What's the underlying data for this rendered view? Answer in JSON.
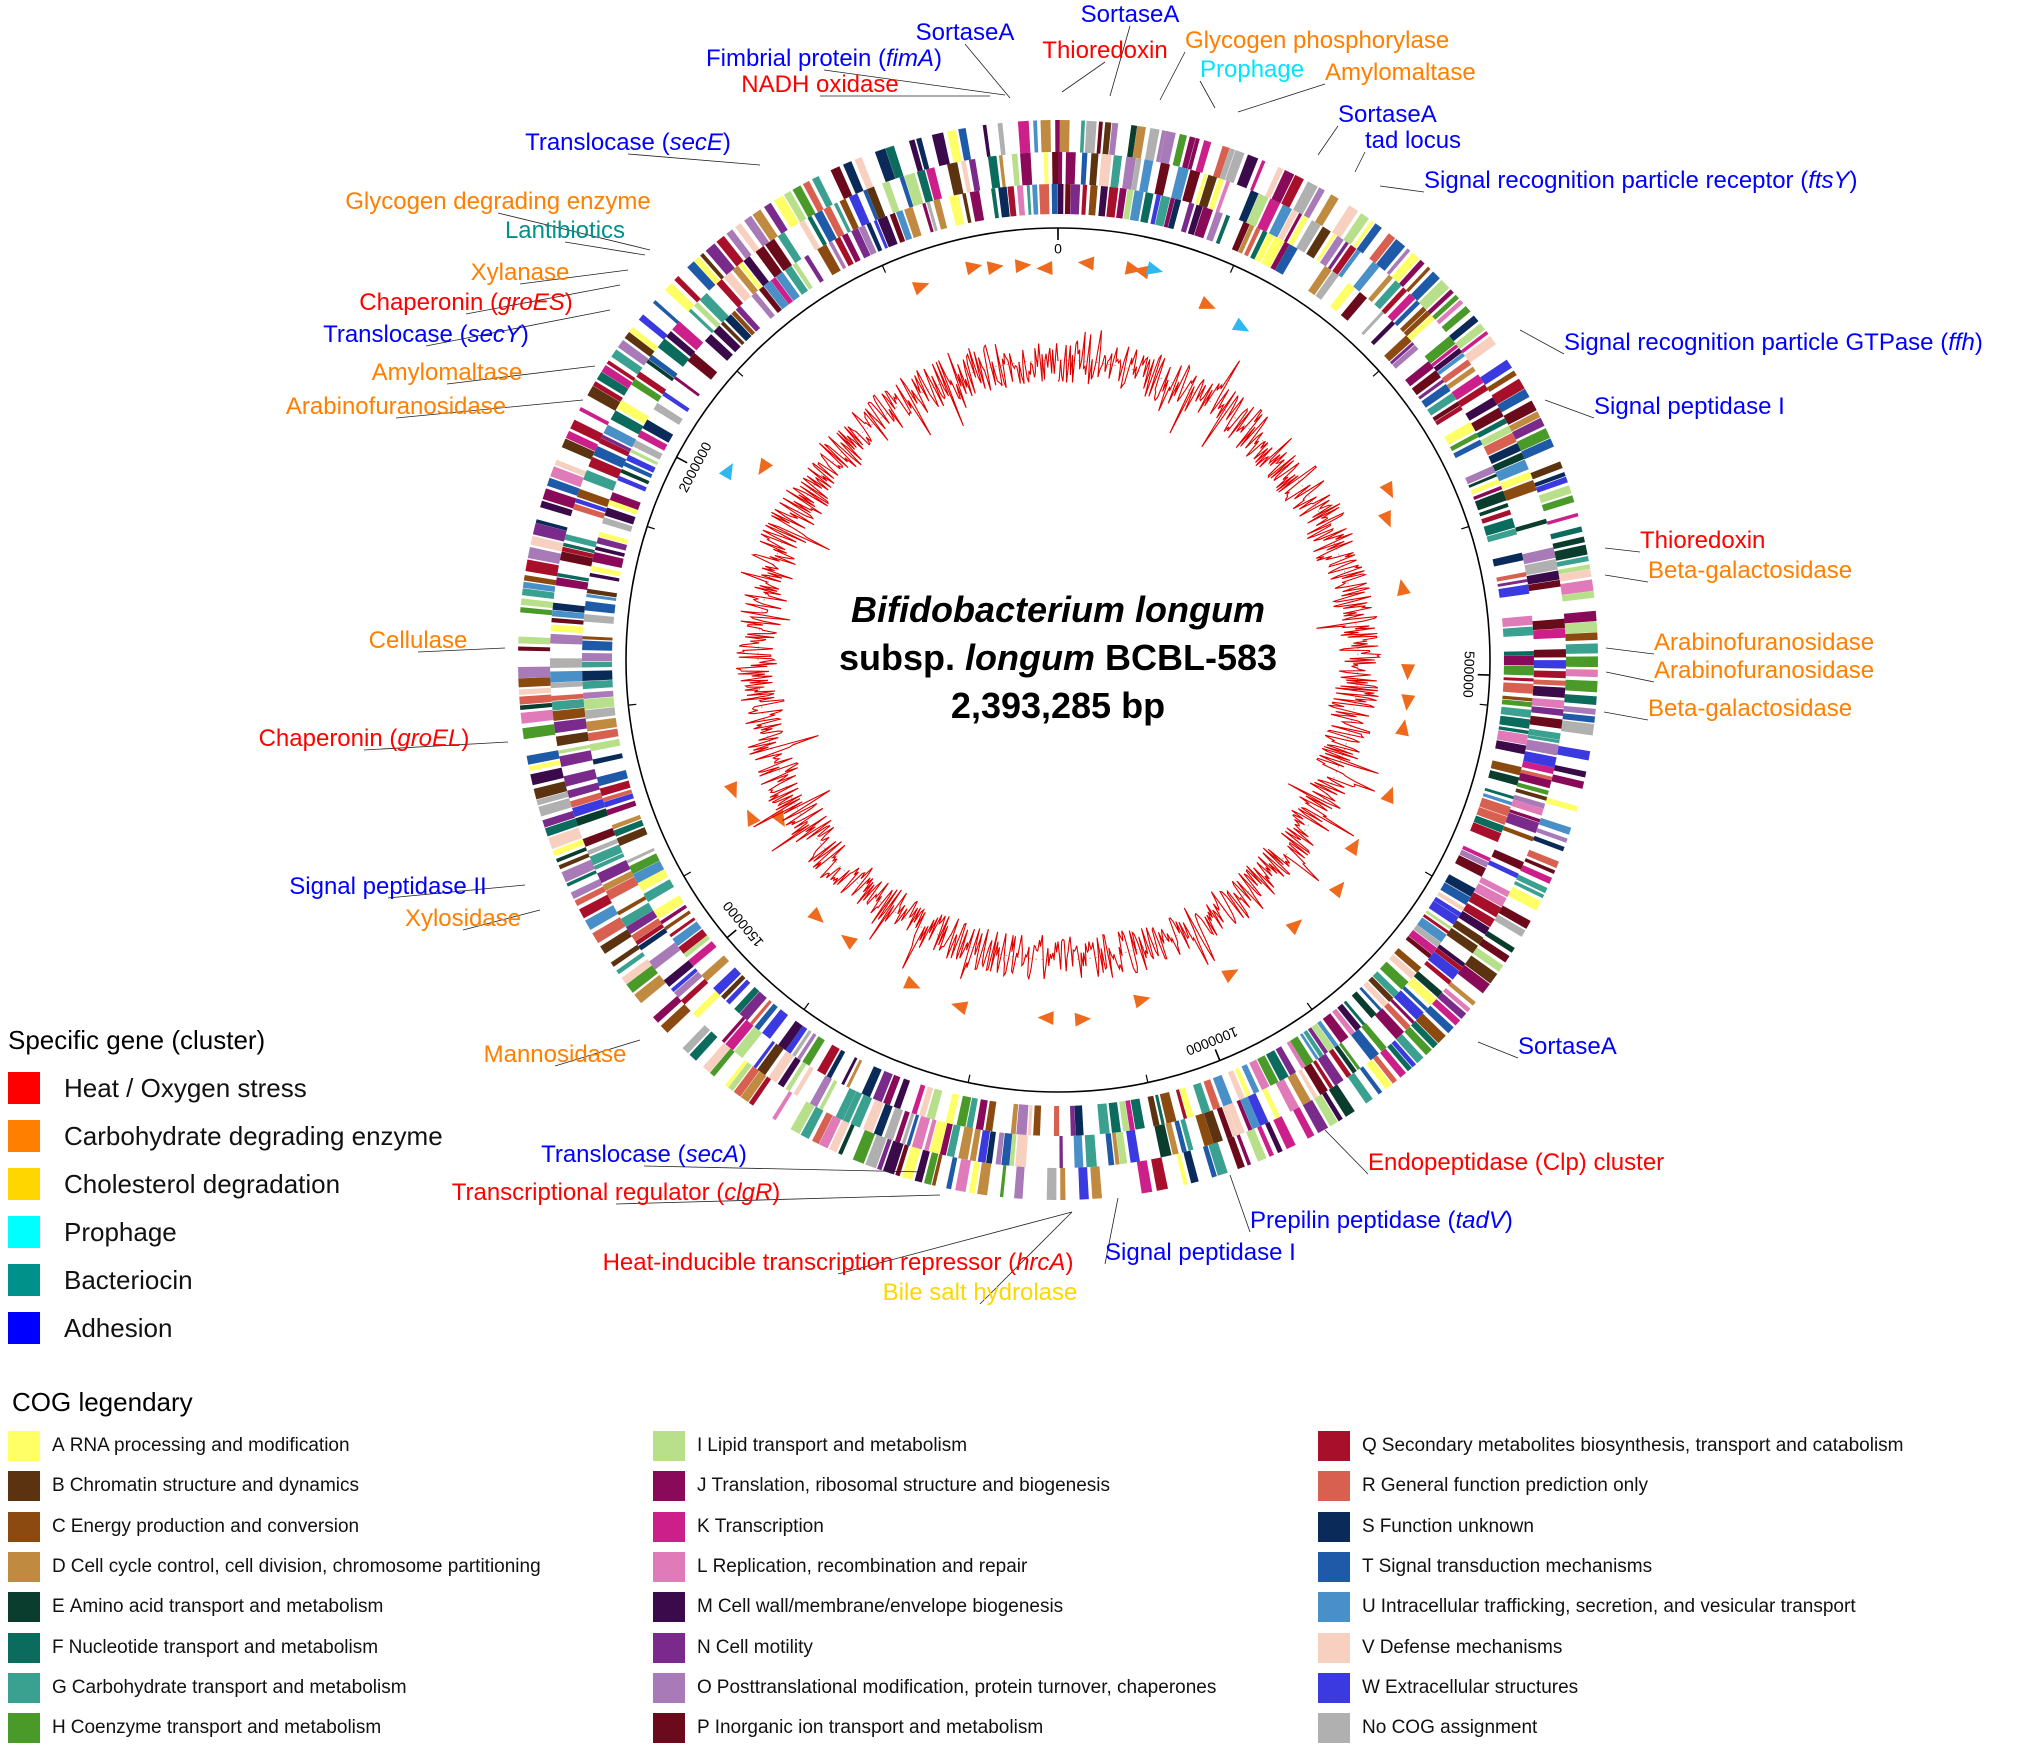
{
  "genome": {
    "name_line1": "Bifidobacterium longum",
    "name_line2_prefix": "subsp. ",
    "name_line2_italic": "longum",
    "name_line2_suffix": " BCBL-583",
    "size": "2,393,285 bp"
  },
  "ticks": [
    {
      "text": "0",
      "angle": 0
    },
    {
      "text": "500000",
      "angle": 92
    },
    {
      "text": "1000000",
      "angle": 158
    },
    {
      "text": "1500000",
      "angle": 230
    },
    {
      "text": "2000000",
      "angle": 298
    }
  ],
  "colors": {
    "heat": "#ff0000",
    "carb": "#ff7f00",
    "chol": "#ffd700",
    "prophage": "#00e5ff",
    "bacteriocin": "#00918b",
    "adhesion": "#0000ff",
    "carb_arrow": "#ee6a1c",
    "prophage_arrow": "#2fb8f0",
    "gc_line": "#dd0000"
  },
  "gene_labels": [
    {
      "parts": [
        "SortaseA"
      ],
      "cat": "adhesion"
    },
    {
      "parts": [
        "SortaseA"
      ],
      "cat": "adhesion"
    },
    {
      "parts": [
        "Fimbrial protein (",
        "fimA",
        ")"
      ],
      "cat": "adhesion"
    },
    {
      "parts": [
        "NADH oxidase"
      ],
      "cat": "heat"
    },
    {
      "parts": [
        "Thioredoxin"
      ],
      "cat": "heat"
    },
    {
      "parts": [
        "Glycogen phosphorylase"
      ],
      "cat": "carb"
    },
    {
      "parts": [
        "Prophage"
      ],
      "cat": "prophage"
    },
    {
      "parts": [
        "Amylomaltase"
      ],
      "cat": "carb"
    },
    {
      "parts": [
        "SortaseA"
      ],
      "cat": "adhesion"
    },
    {
      "parts": [
        "tad locus"
      ],
      "cat": "adhesion"
    },
    {
      "parts": [
        "Signal recognition particle receptor (",
        "ftsY",
        ")"
      ],
      "cat": "adhesion"
    },
    {
      "parts": [
        "Signal recognition particle GTPase (",
        "ffh",
        ")"
      ],
      "cat": "adhesion"
    },
    {
      "parts": [
        "Signal peptidase I"
      ],
      "cat": "adhesion"
    },
    {
      "parts": [
        "Thioredoxin"
      ],
      "cat": "heat"
    },
    {
      "parts": [
        "Beta-galactosidase"
      ],
      "cat": "carb"
    },
    {
      "parts": [
        "Arabinofuranosidase"
      ],
      "cat": "carb"
    },
    {
      "parts": [
        "Arabinofuranosidase"
      ],
      "cat": "carb"
    },
    {
      "parts": [
        "Beta-galactosidase"
      ],
      "cat": "carb"
    },
    {
      "parts": [
        "SortaseA"
      ],
      "cat": "adhesion"
    },
    {
      "parts": [
        "Endopeptidase (Clp) cluster"
      ],
      "cat": "heat"
    },
    {
      "parts": [
        "Prepilin peptidase (",
        "tadV",
        ")"
      ],
      "cat": "adhesion"
    },
    {
      "parts": [
        "Signal peptidase I"
      ],
      "cat": "adhesion"
    },
    {
      "parts": [
        "Heat-inducible transcription repressor (",
        "hrcA",
        ")"
      ],
      "cat": "heat"
    },
    {
      "parts": [
        "Bile salt hydrolase"
      ],
      "cat": "chol"
    },
    {
      "parts": [
        "Transcriptional regulator (",
        "clgR",
        ")"
      ],
      "cat": "heat"
    },
    {
      "parts": [
        "Translocase (",
        "secA",
        ")"
      ],
      "cat": "adhesion"
    },
    {
      "parts": [
        "Mannosidase"
      ],
      "cat": "carb"
    },
    {
      "parts": [
        "Signal peptidase II"
      ],
      "cat": "adhesion"
    },
    {
      "parts": [
        "Xylosidase"
      ],
      "cat": "carb"
    },
    {
      "parts": [
        "Chaperonin (",
        "groEL",
        ")"
      ],
      "cat": "heat"
    },
    {
      "parts": [
        "Cellulase"
      ],
      "cat": "carb"
    },
    {
      "parts": [
        "Arabinofuranosidase"
      ],
      "cat": "carb"
    },
    {
      "parts": [
        "Amylomaltase"
      ],
      "cat": "carb"
    },
    {
      "parts": [
        "Translocase (",
        "secY",
        ")"
      ],
      "cat": "adhesion"
    },
    {
      "parts": [
        "Chaperonin (",
        "groES",
        ")"
      ],
      "cat": "heat"
    },
    {
      "parts": [
        "Xylanase"
      ],
      "cat": "carb"
    },
    {
      "parts": [
        "Lantibiotics"
      ],
      "cat": "bacteriocin"
    },
    {
      "parts": [
        "Glycogen degrading enzyme"
      ],
      "cat": "carb"
    },
    {
      "parts": [
        "Translocase (",
        "secE",
        ")"
      ],
      "cat": "adhesion"
    }
  ],
  "legend_specific": {
    "title": "Specific gene (cluster)",
    "items": [
      {
        "label": "Heat / Oxygen stress",
        "color": "#ff0000"
      },
      {
        "label": "Carbohydrate degrading enzyme",
        "color": "#ff7f00"
      },
      {
        "label": "Cholesterol degradation",
        "color": "#ffd700"
      },
      {
        "label": "Prophage",
        "color": "#00ffff"
      },
      {
        "label": "Bacteriocin",
        "color": "#00918b"
      },
      {
        "label": "Adhesion",
        "color": "#0000ff"
      }
    ]
  },
  "legend_cog": {
    "title": "COG legendary",
    "columns": [
      [
        {
          "letter": "A",
          "label": "RNA processing and modification",
          "color": "#ffff66"
        },
        {
          "letter": "B",
          "label": "Chromatin structure and dynamics",
          "color": "#5c3310"
        },
        {
          "letter": "C",
          "label": "Energy production and conversion",
          "color": "#8b4a10"
        },
        {
          "letter": "D",
          "label": "Cell cycle control, cell division, chromosome partitioning",
          "color": "#c08a40"
        },
        {
          "letter": "E",
          "label": "Amino acid transport and metabolism",
          "color": "#0a3d2e"
        },
        {
          "letter": "F",
          "label": "Nucleotide transport and metabolism",
          "color": "#0b6b5c"
        },
        {
          "letter": "G",
          "label": "Carbohydrate transport and metabolism",
          "color": "#3aa090"
        },
        {
          "letter": "H",
          "label": "Coenzyme transport and metabolism",
          "color": "#4a9a2a"
        }
      ],
      [
        {
          "letter": "I",
          "label": "Lipid transport and metabolism",
          "color": "#b8e08a"
        },
        {
          "letter": "J",
          "label": "Translation, ribosomal structure and biogenesis",
          "color": "#8a0a5a"
        },
        {
          "letter": "K",
          "label": "Transcription",
          "color": "#cc1f8a"
        },
        {
          "letter": "L",
          "label": "Replication, recombination and repair",
          "color": "#e07ab8"
        },
        {
          "letter": "M",
          "label": "Cell wall/membrane/envelope biogenesis",
          "color": "#3a0a4a"
        },
        {
          "letter": "N",
          "label": "Cell motility",
          "color": "#7a2a8a"
        },
        {
          "letter": "O",
          "label": "Posttranslational modification, protein turnover, chaperones",
          "color": "#a87ab8"
        },
        {
          "letter": "P",
          "label": "Inorganic ion transport and metabolism",
          "color": "#6a0a1a"
        }
      ],
      [
        {
          "letter": "Q",
          "label": "Secondary metabolites biosynthesis, transport and catabolism",
          "color": "#a80f2a"
        },
        {
          "letter": "R",
          "label": "General function prediction only",
          "color": "#d86050"
        },
        {
          "letter": "S",
          "label": "Function unknown",
          "color": "#0a2a5a"
        },
        {
          "letter": "T",
          "label": "Signal transduction mechanisms",
          "color": "#1e5aa8"
        },
        {
          "letter": "U",
          "label": "Intracellular trafficking, secretion, and vesicular transport",
          "color": "#4a90c8"
        },
        {
          "letter": "V",
          "label": "Defense mechanisms",
          "color": "#f8d0c0"
        },
        {
          "letter": "W",
          "label": "Extracellular structures",
          "color": "#3a3ae0"
        },
        {
          "letter": "",
          "label": "No COG assignment",
          "color": "#b0b0b0"
        }
      ]
    ]
  }
}
